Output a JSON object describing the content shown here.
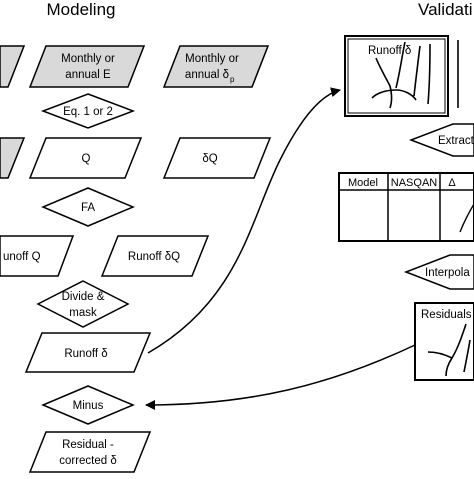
{
  "headers": {
    "modeling": "Modeling",
    "validation": "Validati"
  },
  "shapes": {
    "monthly_e_line1": "Monthly or",
    "monthly_e_line2": "annual E",
    "monthly_dp_line1": "Monthly or",
    "monthly_dp_line2": "annual δ",
    "monthly_dp_sub": "p",
    "eq": "Eq. 1 or 2",
    "q": "Q",
    "dq": "δQ",
    "fa": "FA",
    "runoff_q": "unoff Q",
    "runoff_dq": "Runoff δQ",
    "divide_line1": "Divide &",
    "divide_line2": "mask",
    "runoff_d": "Runoff δ",
    "minus": "Minus",
    "residual_line1": "Residual -",
    "residual_line2": "corrected δ",
    "map_top_label": "Runoff δ",
    "extract": "Extract",
    "interpolate": "Interpola",
    "residuals_label": "Residuals"
  },
  "table": {
    "headers": [
      "Model",
      "NASQAN",
      "Δ"
    ]
  },
  "colors": {
    "gray_fill": "#d9d9d9",
    "stroke": "#000000",
    "white": "#ffffff"
  }
}
